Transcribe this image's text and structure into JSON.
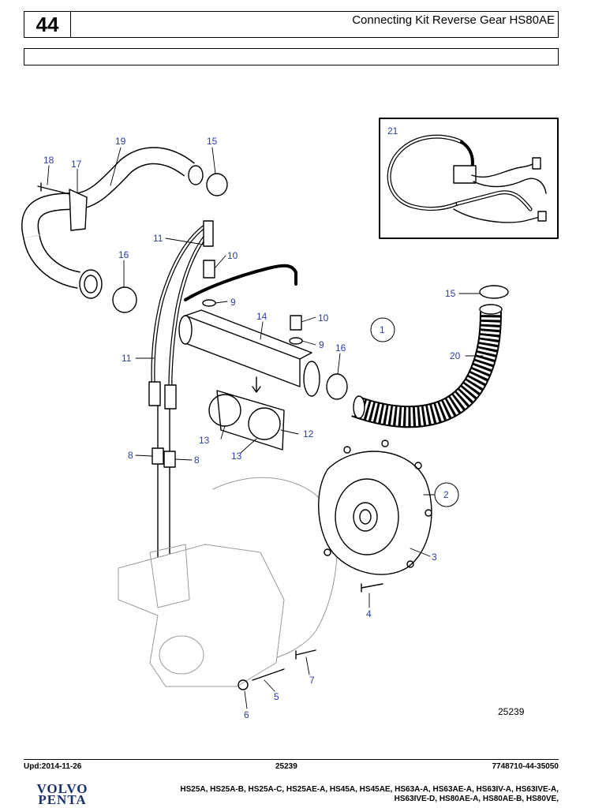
{
  "header": {
    "page_number": "44",
    "title": "Connecting Kit Reverse Gear HS80AE"
  },
  "diagram": {
    "image_number": "25239",
    "callouts": {
      "c18": "18",
      "c17": "17",
      "c19": "19",
      "c15a": "15",
      "c16a": "16",
      "c11a": "11",
      "c10a": "10",
      "c9a": "9",
      "c14": "14",
      "c10b": "10",
      "c9b": "9",
      "c11b": "11",
      "c16b": "16",
      "c13a": "13",
      "c12": "12",
      "c13b": "13",
      "c8a": "8",
      "c8b": "8",
      "c21": "21",
      "c15b": "15",
      "c20": "20",
      "c1": "1",
      "c2": "2",
      "c3": "3",
      "c4": "4",
      "c7": "7",
      "c5": "5",
      "c6": "6"
    }
  },
  "footer": {
    "updated": "Upd:2014-11-26",
    "image_ref": "25239",
    "doc_ref": "7748710-44-35050",
    "brand_line1": "VOLVO",
    "brand_line2": "PENTA",
    "models_line1": "HS25A, HS25A-B, HS25A-C, HS25AE-A, HS45A, HS45AE, HS63A-A, HS63AE-A, HS63IV-A, HS63IVE-A,",
    "models_line2": "HS63IVE-D, HS80AE-A, HS80AE-B, HS80VE,"
  }
}
